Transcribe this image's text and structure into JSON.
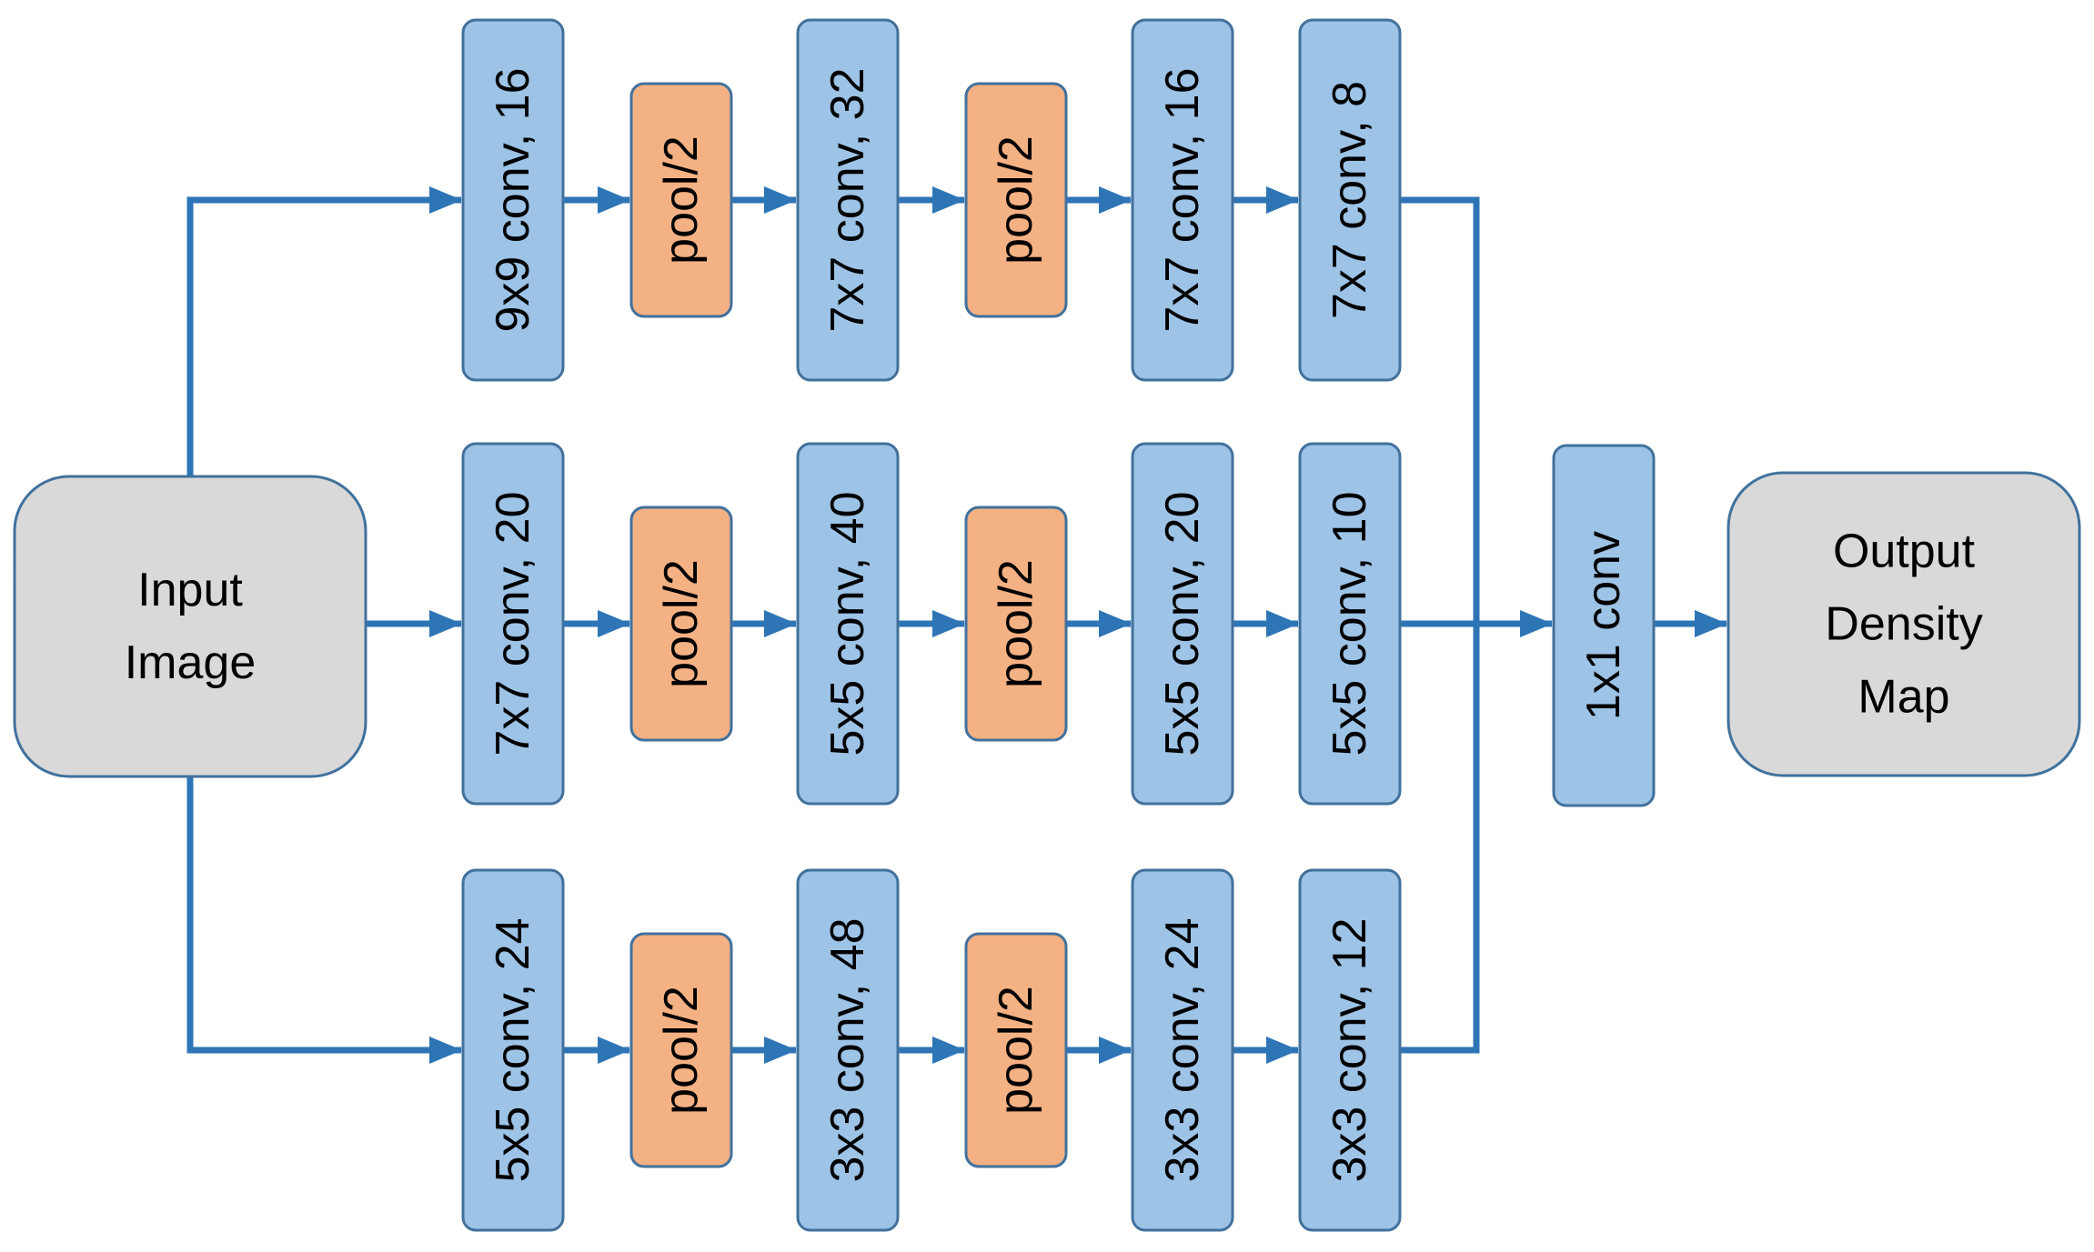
{
  "input": {
    "lines": [
      "Input",
      "Image"
    ]
  },
  "output": {
    "lines": [
      "Output",
      "Density",
      "Map"
    ]
  },
  "fuse": {
    "label": "1x1 conv"
  },
  "columns": [
    {
      "kind": "conv",
      "labels": [
        "9x9 conv, 16",
        "7x7 conv, 20",
        "5x5 conv, 24"
      ]
    },
    {
      "kind": "pool",
      "labels": [
        "pool/2",
        "pool/2",
        "pool/2"
      ]
    },
    {
      "kind": "conv",
      "labels": [
        "7x7 conv, 32",
        "5x5 conv, 40",
        "3x3 conv, 48"
      ]
    },
    {
      "kind": "pool",
      "labels": [
        "pool/2",
        "pool/2",
        "pool/2"
      ]
    },
    {
      "kind": "conv",
      "labels": [
        "7x7 conv, 16",
        "5x5 conv, 20",
        "3x3 conv, 24"
      ]
    },
    {
      "kind": "conv",
      "labels": [
        "7x7 conv, 8",
        "5x5 conv, 10",
        "3x3 conv, 12"
      ]
    }
  ],
  "colors": {
    "conv_fill": "#9dc3e6",
    "conv_stroke": "#41719c",
    "pool_fill": "#f4b183",
    "pool_stroke": "#41719c",
    "io_fill": "#d9d9d9",
    "io_stroke": "#41719c",
    "arrow": "#2e75b6"
  }
}
